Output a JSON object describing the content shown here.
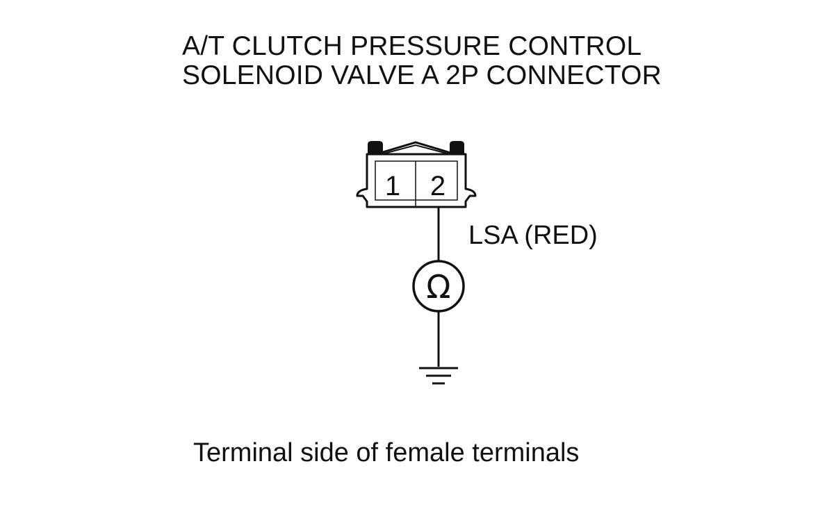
{
  "title": {
    "line1": "A/T CLUTCH PRESSURE CONTROL",
    "line2": "SOLENOID VALVE A 2P CONNECTOR"
  },
  "connector": {
    "terminals": [
      "1",
      "2"
    ],
    "probed_terminal": "2"
  },
  "wire": {
    "label": "LSA (RED)"
  },
  "meter": {
    "symbol": "Ω",
    "icon": "ohmmeter-icon"
  },
  "ground": {
    "icon": "ground-icon"
  },
  "caption": "Terminal side of female terminals"
}
